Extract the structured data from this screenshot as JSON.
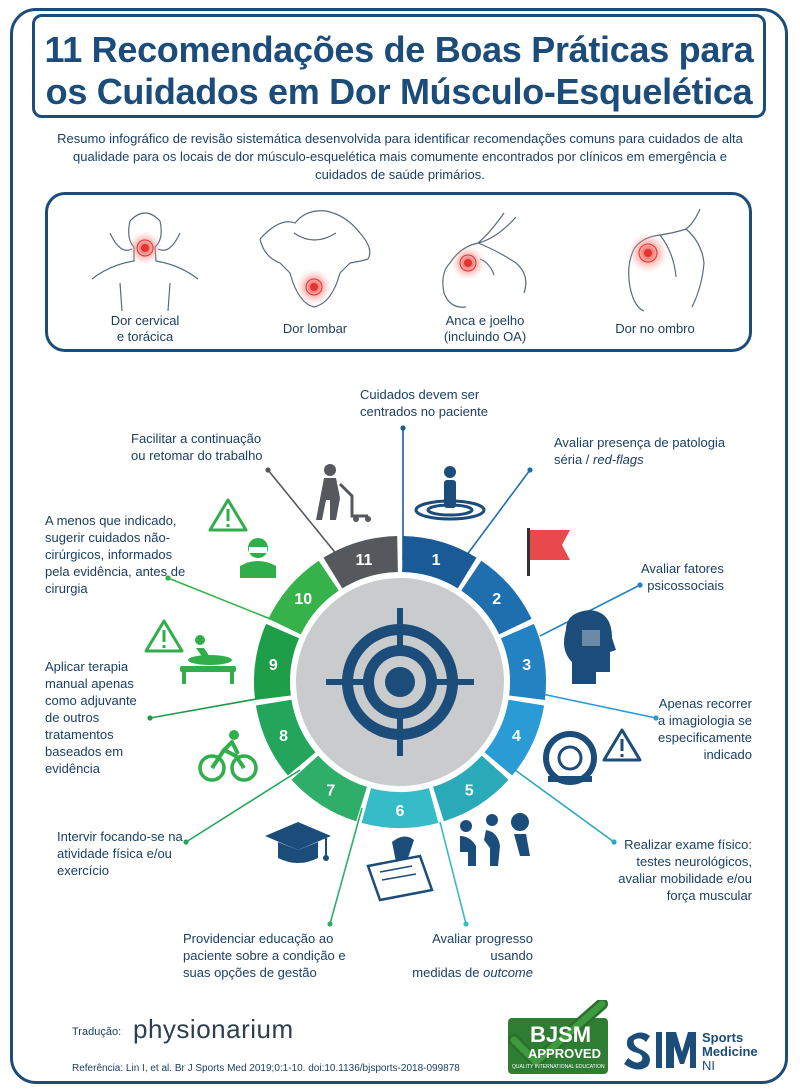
{
  "title": {
    "line1": "11 Recomendações de Boas Práticas para",
    "line2": "os Cuidados em Dor Músculo-Esquelética"
  },
  "summary": {
    "line1": "Resumo infográfico de revisão sistemática desenvolvida para identificar recomendações comuns para cuidados de alta",
    "line2": "qualidade para os locais de dor músculo-esquelética mais comumente encontrados por clínicos em emergência e",
    "line3": "cuidados de saúde primários."
  },
  "regions": [
    {
      "line1": "Dor cervical",
      "line2": "e torácica",
      "icon": "neck-pain-icon"
    },
    {
      "line1": "Dor lombar",
      "line2": "",
      "icon": "low-back-pain-icon"
    },
    {
      "line1": "Anca e joelho",
      "line2": "(incluindo OA)",
      "icon": "hip-knee-pain-icon"
    },
    {
      "line1": "Dor no ombro",
      "line2": "",
      "icon": "shoulder-pain-icon"
    }
  ],
  "wheel": {
    "numbers": [
      "1",
      "2",
      "3",
      "4",
      "5",
      "6",
      "7",
      "8",
      "9",
      "10",
      "11"
    ],
    "colors": [
      "#1a5a96",
      "#1f6fae",
      "#2383c2",
      "#2a9bd4",
      "#2aa9b8",
      "#36bcc6",
      "#2fae6a",
      "#23a65c",
      "#1f9e4a",
      "#35b34a",
      "#55585c"
    ],
    "center_icon": "target-icon"
  },
  "recommendations": [
    {
      "id": 1,
      "lines": [
        "Cuidados devem ser",
        "centrados no paciente"
      ],
      "icon": "patient-centered-icon"
    },
    {
      "id": 2,
      "lines": [
        "Avaliar presença de patologia",
        "séria / red-flags"
      ],
      "icon": "red-flag-icon"
    },
    {
      "id": 3,
      "lines": [
        "Avaliar fatores",
        "psicossociais"
      ],
      "icon": "head-puzzle-icon"
    },
    {
      "id": 4,
      "lines": [
        "Apenas recorrer",
        "a imagiologia se",
        "especificamente",
        "indicado"
      ],
      "icon": "mri-scanner-icon"
    },
    {
      "id": 5,
      "lines": [
        "Realizar exame físico:",
        "testes neurológicos,",
        "avaliar mobilidade e/ou",
        "força muscular"
      ],
      "icon": "physical-exam-icon"
    },
    {
      "id": 6,
      "lines": [
        "Avaliar progresso usando",
        "medidas de outcome"
      ],
      "icon": "clipboard-hand-icon"
    },
    {
      "id": 7,
      "lines": [
        "Providenciar educação ao",
        "paciente sobre a condição e",
        "suas opções de gestão"
      ],
      "icon": "graduation-cap-icon"
    },
    {
      "id": 8,
      "lines": [
        "Intervir focando-se na",
        "atividade física e/ou",
        "exercício"
      ],
      "icon": "cyclist-icon"
    },
    {
      "id": 9,
      "lines": [
        "Aplicar terapia",
        "manual apenas",
        "como adjuvante",
        "de outros",
        "tratamentos",
        "baseados em",
        "evidência"
      ],
      "icon": "manual-therapy-icon"
    },
    {
      "id": 10,
      "lines": [
        "A menos que indicado,",
        "sugerir cuidados não-",
        "cirúrgicos, informados",
        "pela evidência, antes de",
        "cirurgia"
      ],
      "icon": "surgeon-icon"
    },
    {
      "id": 11,
      "lines": [
        "Facilitar a continuação",
        "ou retomar do trabalho"
      ],
      "icon": "worker-trolley-icon"
    }
  ],
  "footer": {
    "translation_label": "Tradução:",
    "translator": "physionarium",
    "reference": "Referência: Lin I, et al. Br J Sports Med 2019;0:1-10. doi:10.1136/bjsports-2018-099878",
    "badge_main": "BJSM",
    "badge_sub": "APPROVED",
    "badge_tag": "QUALITY INTERNATIONAL EDUCATION",
    "sm_logo": "SMNI",
    "sm_line1": "Sports",
    "sm_line2": "Medicine",
    "sm_line3": "NI"
  }
}
